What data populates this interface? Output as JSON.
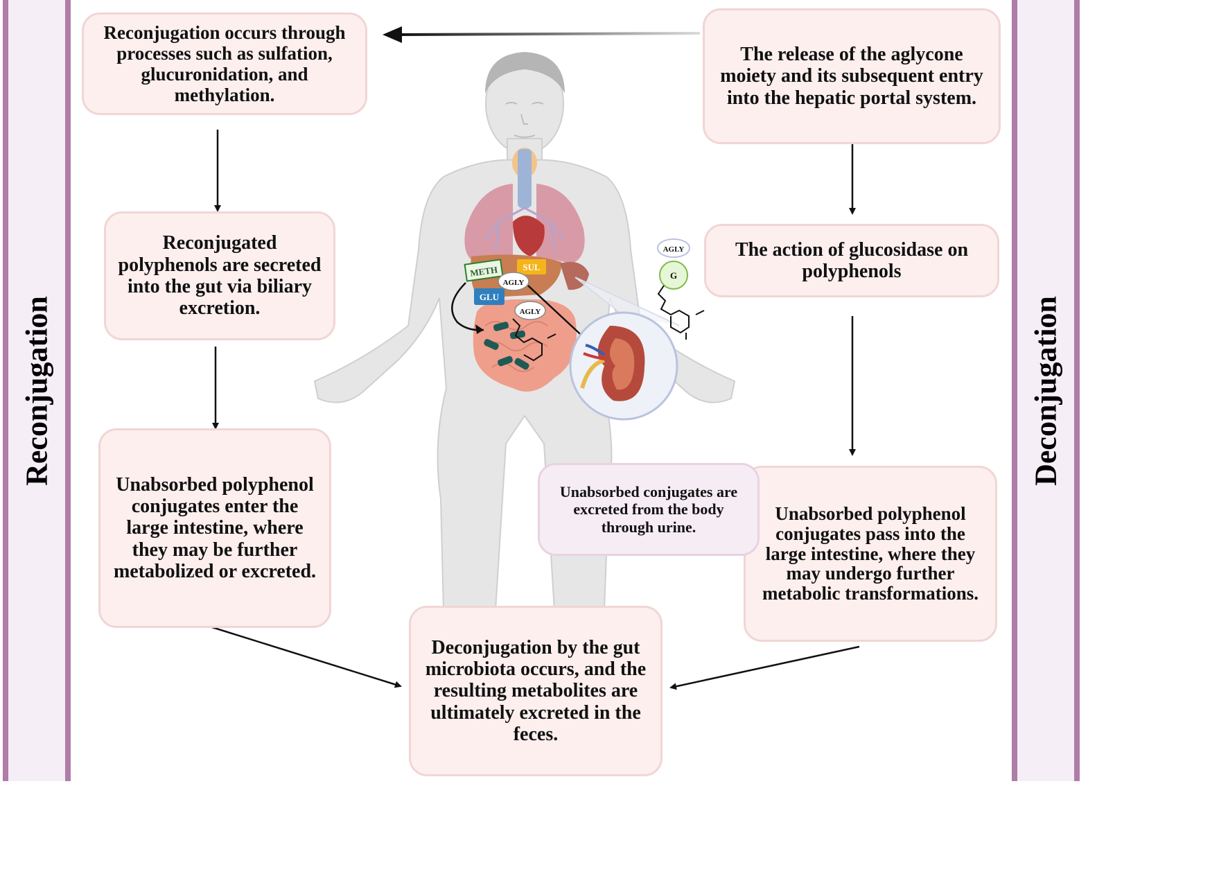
{
  "sides": {
    "left": "Reconjugation",
    "right": "Deconjugation"
  },
  "boxes": {
    "reconj_processes": "Reconjugation occurs through processes such as sulfation, glucuronidation, and methylation.",
    "biliary": "Reconjugated polyphenols are secreted into the gut via biliary excretion.",
    "large_int_left": "Unabsorbed polyphenol conjugates enter the large intestine, where they may be further metabolized or excreted.",
    "aglycone_release": "The release of the aglycone moiety and its subsequent entry into the hepatic portal system.",
    "glucosidase": "The action of glucosidase on polyphenols",
    "large_int_right": "Unabsorbed polyphenol conjugates pass into the large intestine, where they may undergo further metabolic transformations.",
    "urine": "Unabsorbed conjugates are excreted from the body through urine.",
    "feces": "Deconjugation by the gut microbiota occurs, and the resulting metabolites are ultimately excreted in the feces."
  },
  "labels": {
    "meth": "METH",
    "sul": "SUL",
    "glu": "GLU",
    "agly": "AGLY",
    "g": "G"
  },
  "colors": {
    "frame": "#b07ca8",
    "box_fill": "#fcefee",
    "box_border": "#f0d6d4"
  }
}
